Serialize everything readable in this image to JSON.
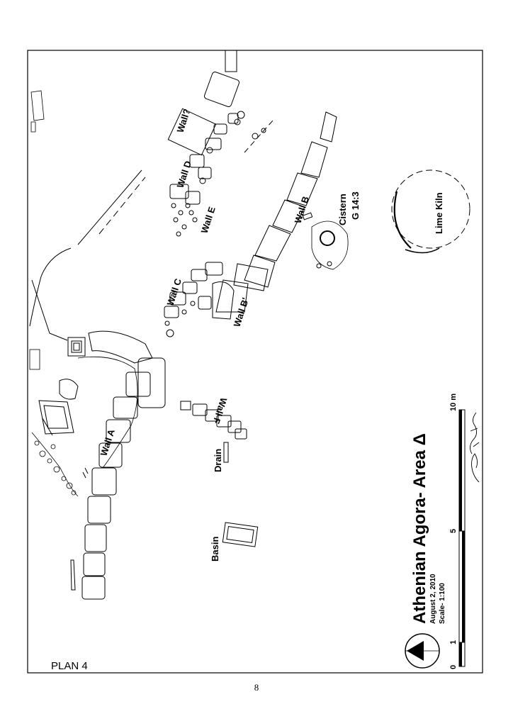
{
  "plan_label": "PLAN 4",
  "page_number": "8",
  "title": "Athenian Agora- Area Δ",
  "date": "August 2, 2010",
  "scale": "Scale- 1:100",
  "north_letter": "N",
  "scale_ticks": [
    "0",
    "1",
    "5",
    "10 m"
  ],
  "labels": {
    "wall_q": "Wall?",
    "wall_d": "Wall D",
    "wall_e": "Wall E",
    "wall_b": "Wall B",
    "wall_b2": "Wall B'",
    "wall_c": "Wall C",
    "wall_a": "Wall A",
    "wall_f": "Wall F",
    "drain": "Drain",
    "basin": "Basin",
    "cistern": "Cistern",
    "cistern_id": "G 14:3",
    "lime_kiln": "Lime Kiln"
  },
  "colors": {
    "ink": "#000000",
    "paper": "#ffffff"
  }
}
